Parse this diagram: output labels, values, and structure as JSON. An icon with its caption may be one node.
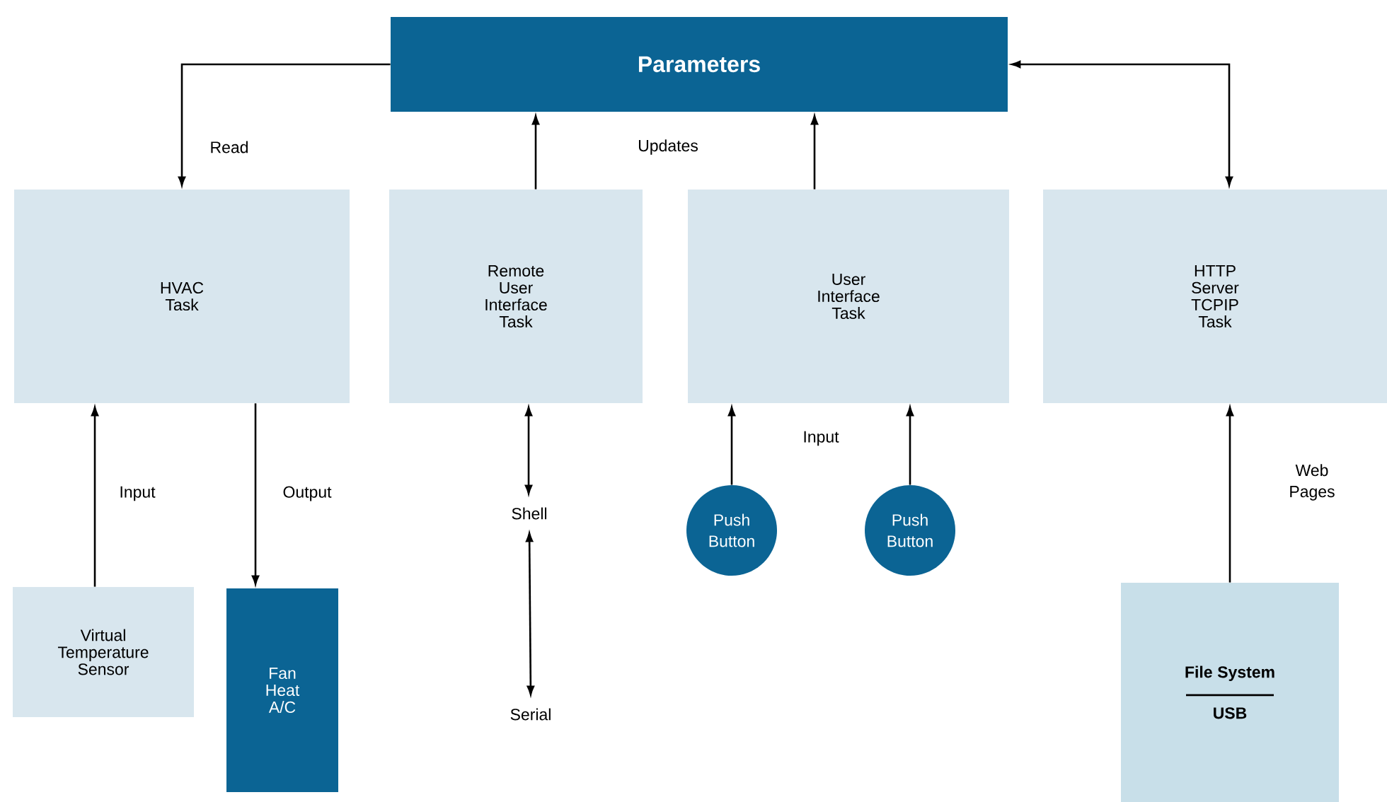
{
  "diagram": {
    "nodes": [
      {
        "text": [
          "Parameters"
        ]
      },
      {
        "text": [
          "HVAC Task"
        ]
      },
      {
        "text": [
          "Remote User Interface Task"
        ]
      },
      {
        "text": [
          "User Interface Task"
        ]
      },
      {
        "text": [
          "HTTP Server TCPIP Task"
        ]
      },
      {
        "text": [
          "Virtual Temperature Sensor"
        ]
      },
      {
        "text": [
          "Fan Heat A/C"
        ]
      },
      {
        "text": [
          "Shell"
        ]
      },
      {
        "text": [
          "Serial"
        ]
      },
      {
        "text": [
          "Push Button"
        ]
      },
      {
        "text": [
          "Push Button"
        ]
      },
      {
        "text": [
          "File System",
          "USB"
        ]
      }
    ],
    "edges": [
      {
        "from": 0,
        "to": 1,
        "arrow": "to",
        "label": "Read"
      },
      {
        "from": 2,
        "to": 0,
        "arrow": "to"
      },
      {
        "from": 3,
        "to": 0,
        "arrow": "to"
      },
      {
        "from": 0,
        "to": 4,
        "arrow": "both"
      },
      {
        "from": 5,
        "to": 1,
        "arrow": "to",
        "label": "Input"
      },
      {
        "from": 1,
        "to": 6,
        "arrow": "to",
        "label": "Output"
      },
      {
        "from": 2,
        "to": 7,
        "arrow": "both"
      },
      {
        "from": 7,
        "to": 8,
        "arrow": "both"
      },
      {
        "from": 9,
        "to": 3,
        "arrow": "to"
      },
      {
        "from": 10,
        "to": 3,
        "arrow": "to"
      },
      {
        "from": 11,
        "to": 4,
        "arrow": "to",
        "label": "Web Pages"
      }
    ],
    "labels": [
      "Updates",
      "Input"
    ]
  }
}
